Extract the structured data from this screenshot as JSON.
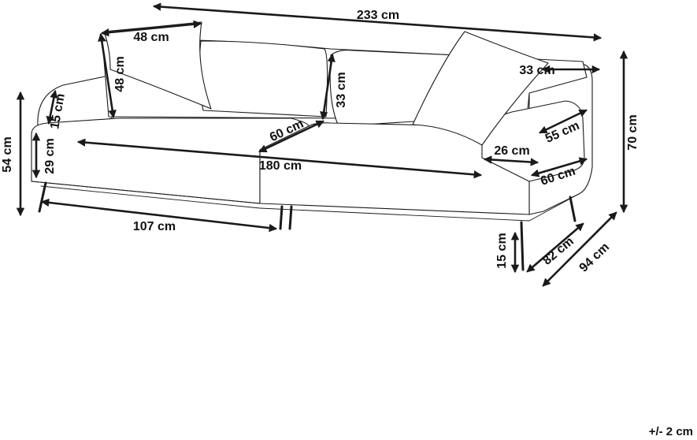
{
  "dimensions": {
    "total_width": "233 cm",
    "cushion_width": "48 cm",
    "cushion_height": "48 cm",
    "armrest_width": "33 cm",
    "backrest_height": "33 cm",
    "armrest_height": "15 cm",
    "total_height_left": "54 cm",
    "seat_height": "29 cm",
    "seat_depth_center": "60 cm",
    "seat_width": "180 cm",
    "section_width": "107 cm",
    "arm_depth": "55 cm",
    "arm_inner": "26 cm",
    "seat_depth_right": "60 cm",
    "total_height_right": "70 cm",
    "leg_height": "15 cm",
    "depth_82": "82 cm",
    "depth_94": "94 cm"
  },
  "tolerance": "+/- 2 cm",
  "colors": {
    "line": "#1a1a1a",
    "background": "#ffffff"
  }
}
